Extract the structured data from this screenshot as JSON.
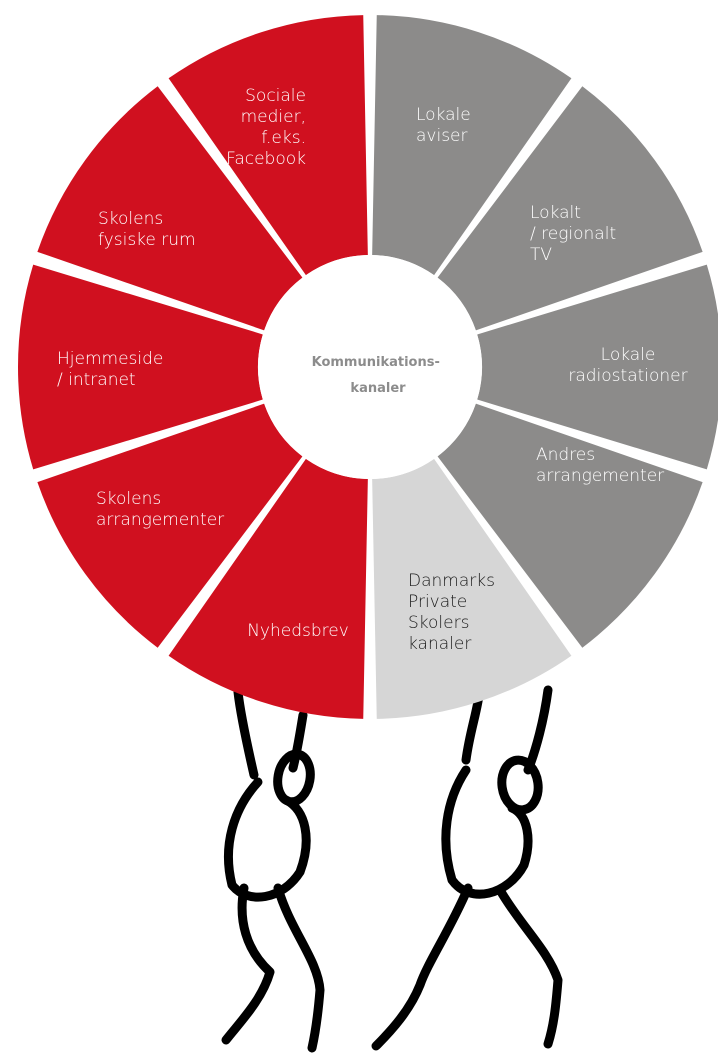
{
  "hub": {
    "lines": [
      "Kommunikations-",
      "kanaler"
    ]
  },
  "colors": {
    "red": "#d0101f",
    "dark_gray": "#8c8b8a",
    "light_gray": "#d6d6d6",
    "hub": "#ffffff",
    "background": "#ffffff"
  },
  "segments": [
    {
      "id": "lokale-aviser",
      "lines": [
        "Lokale",
        "aviser"
      ],
      "color": "dark_gray",
      "text": "on-dark"
    },
    {
      "id": "lokalt-regionalt-tv",
      "lines": [
        "Lokalt",
        "/ regionalt",
        "TV"
      ],
      "color": "dark_gray",
      "text": "on-dark"
    },
    {
      "id": "lokale-radiostationer",
      "lines": [
        "Lokale",
        "radiostationer"
      ],
      "color": "dark_gray",
      "text": "on-dark"
    },
    {
      "id": "andres-arrangementer",
      "lines": [
        "Andres",
        "arrangementer"
      ],
      "color": "dark_gray",
      "text": "on-dark"
    },
    {
      "id": "danmarks-private-skolers-kanaler",
      "lines": [
        "Danmarks",
        "Private",
        "Skolers",
        "kanaler"
      ],
      "color": "light_gray",
      "text": "on-light"
    },
    {
      "id": "nyhedsbrev",
      "lines": [
        "Nyhedsbrev"
      ],
      "color": "red",
      "text": "on-dark"
    },
    {
      "id": "skolens-arrangementer",
      "lines": [
        "Skolens",
        "arrangementer"
      ],
      "color": "red",
      "text": "on-dark"
    },
    {
      "id": "hjemmeside-intranet",
      "lines": [
        "Hjemmeside",
        "/ intranet"
      ],
      "color": "red",
      "text": "on-dark"
    },
    {
      "id": "skolens-fysiske-rum",
      "lines": [
        "Skolens",
        "fysiske rum"
      ],
      "color": "red",
      "text": "on-dark"
    },
    {
      "id": "sociale-medier",
      "lines": [
        "Sociale",
        "medier,",
        "f.eks.",
        "Facebook"
      ],
      "color": "red",
      "text": "on-dark"
    }
  ]
}
